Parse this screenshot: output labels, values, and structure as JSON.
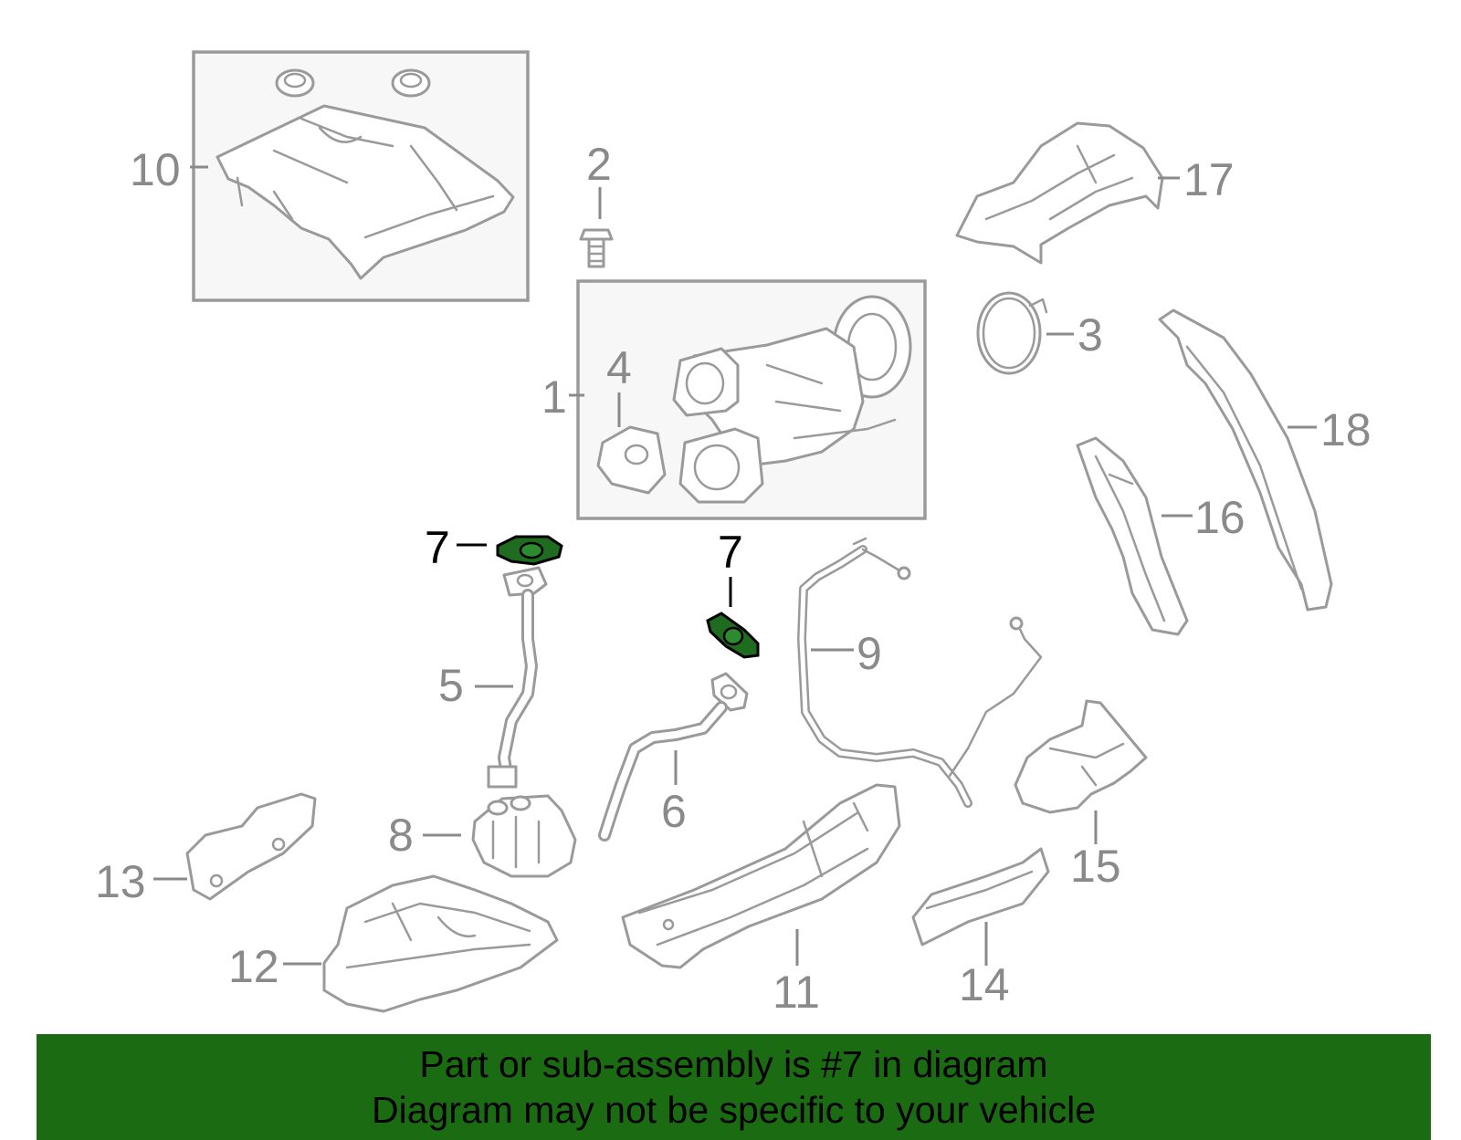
{
  "callouts": {
    "c1": "1",
    "c2": "2",
    "c3": "3",
    "c4": "4",
    "c5": "5",
    "c6": "6",
    "c7a": "7",
    "c7b": "7",
    "c8": "8",
    "c9": "9",
    "c10": "10",
    "c11": "11",
    "c12": "12",
    "c13": "13",
    "c14": "14",
    "c15": "15",
    "c16": "16",
    "c17": "17",
    "c18": "18"
  },
  "highlighted_part": "7",
  "colors": {
    "banner": "#1a6b12",
    "highlight_part": "#1f6b1f",
    "line_art": "#9a9a9a"
  },
  "banner": {
    "line1": "Part or sub-assembly is #7 in diagram",
    "line2": "Diagram may not be specific to your vehicle"
  }
}
